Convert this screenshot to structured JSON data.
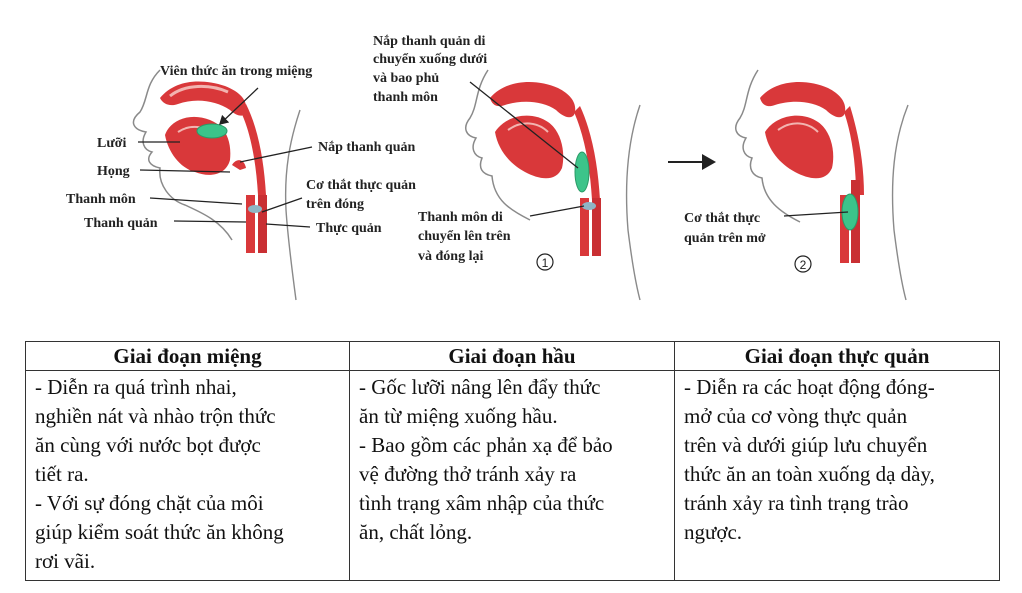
{
  "figure": {
    "labels": {
      "food_bolus": "Viên thức ăn trong miệng",
      "tongue": "Lưỡi",
      "pharynx": "Họng",
      "glottis": "Thanh môn",
      "larynx": "Thanh quản",
      "epiglottis": "Nắp thanh quản",
      "upper_sphincter_closed": [
        "Cơ thắt thực quản",
        "trên đóng"
      ],
      "esophagus": "Thực quản",
      "epiglottis_moves": [
        "Nắp thanh quản di",
        "chuyển xuống dưới",
        "và bao phủ",
        "thanh môn"
      ],
      "glottis_moves": [
        "Thanh môn di",
        "chuyển lên trên",
        "và đóng lại"
      ],
      "upper_sphincter_open": [
        "Cơ thắt thực",
        "quản trên mở"
      ],
      "step_1": "1",
      "step_2": "2"
    },
    "colors": {
      "tissue": "#d9383a",
      "bolus": "#3cc48a",
      "outline": "#5a5a5a"
    }
  },
  "table": {
    "headers": [
      "Giai đoạn miệng",
      "Giai đoạn hầu",
      "Giai đoạn thực quản"
    ],
    "columns": [
      [
        "- Diễn ra quá trình nhai,",
        "nghiền nát và nhào trộn thức",
        "ăn cùng với nước bọt được",
        "tiết ra.",
        "- Với sự đóng chặt của môi",
        "giúp kiểm soát thức ăn không",
        "rơi vãi."
      ],
      [
        "- Gốc lưỡi nâng lên đẩy thức",
        "ăn từ miệng xuống hầu.",
        "- Bao gồm các phản xạ để bảo",
        "vệ đường thở tránh xảy ra",
        "tình trạng xâm nhập của thức",
        "ăn, chất lỏng."
      ],
      [
        "- Diễn ra các hoạt động đóng-",
        "mở của cơ vòng thực quản",
        "trên và dưới giúp lưu chuyển",
        "thức ăn an toàn xuống dạ dày,",
        "tránh xảy ra tình trạng trào",
        "ngược."
      ]
    ]
  }
}
